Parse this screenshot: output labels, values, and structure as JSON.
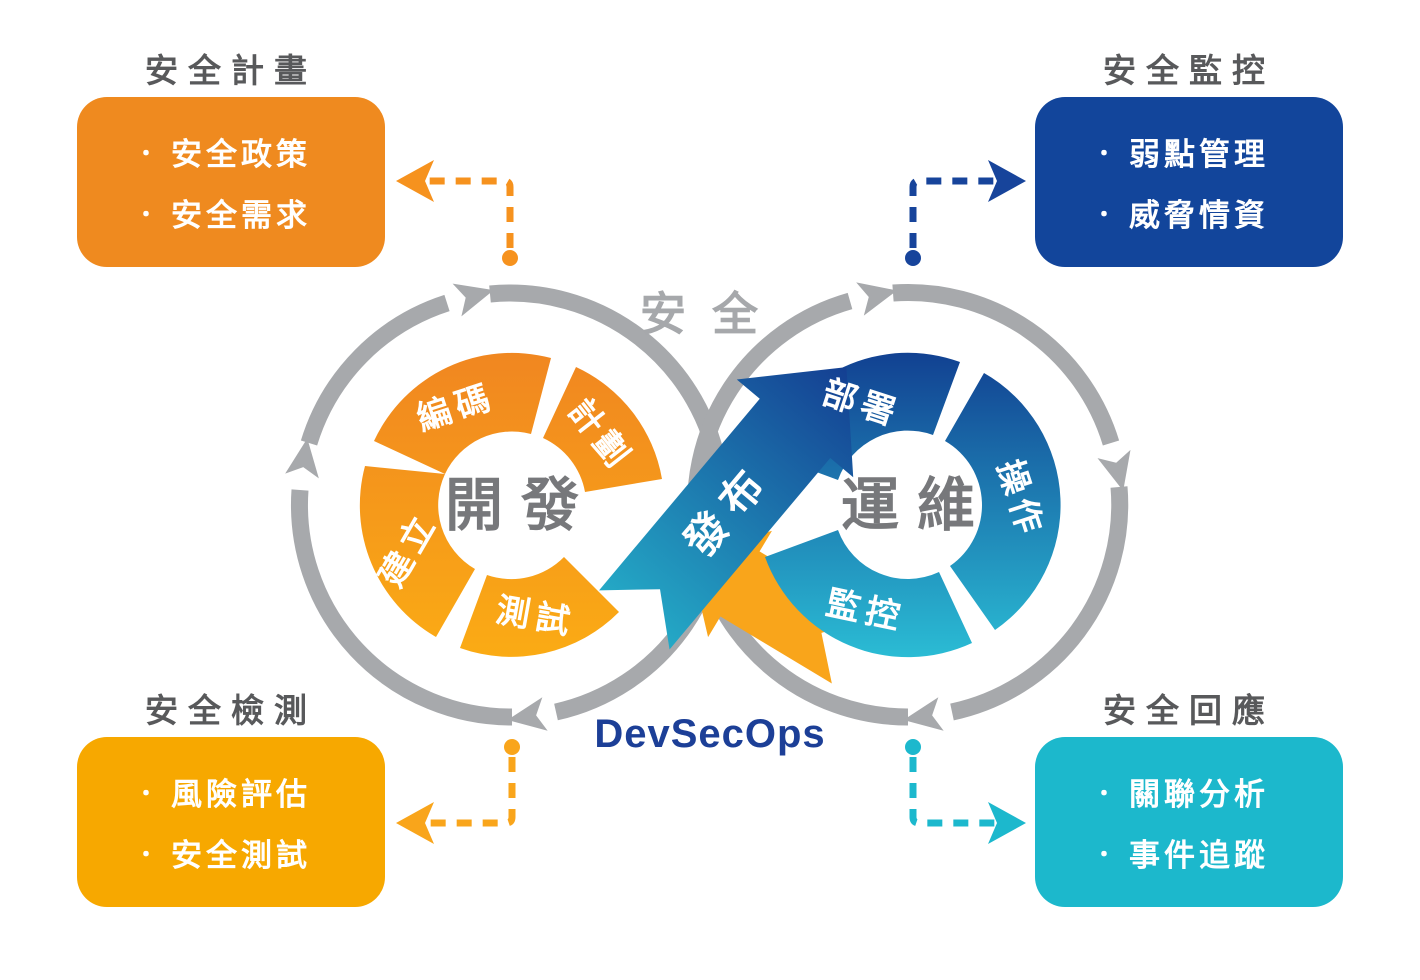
{
  "bullet": "・",
  "center": {
    "security_label": "安全",
    "brand": "DevSecOps"
  },
  "dev_loop": {
    "label": "開發",
    "steps": {
      "code": "編碼",
      "plan": "計劃",
      "build": "建立",
      "test": "測試"
    },
    "release": "發布"
  },
  "ops_loop": {
    "label": "運維",
    "steps": {
      "deploy": "部署",
      "operate": "操作",
      "monitor": "監控"
    }
  },
  "callouts": {
    "plan": {
      "header": "安全計畫",
      "items": [
        "安全政策",
        "安全需求"
      ],
      "color": "#EF8A1F"
    },
    "monitor": {
      "header": "安全監控",
      "items": [
        "弱點管理",
        "威脅情資"
      ],
      "color": "#12459B"
    },
    "test": {
      "header": "安全檢測",
      "items": [
        "風險評估",
        "安全測試"
      ],
      "color": "#F7A800"
    },
    "respond": {
      "header": "安全回應",
      "items": [
        "關聯分析",
        "事件追蹤"
      ],
      "color": "#1CB8CC"
    }
  },
  "colors": {
    "ring_gray": "#A7A9AC",
    "header_gray": "#58595B",
    "loop_label_gray": "#77787B",
    "dev_orange_dark": "#F08521",
    "dev_orange_light": "#FBAC14",
    "ops_navy": "#113E90",
    "ops_teal": "#2BBFD6",
    "brand_navy": "#1C3F97",
    "connector_plan": "#F6921E",
    "connector_monitor": "#17449B",
    "connector_test": "#F9A51B",
    "connector_respond": "#1CB8CD"
  }
}
